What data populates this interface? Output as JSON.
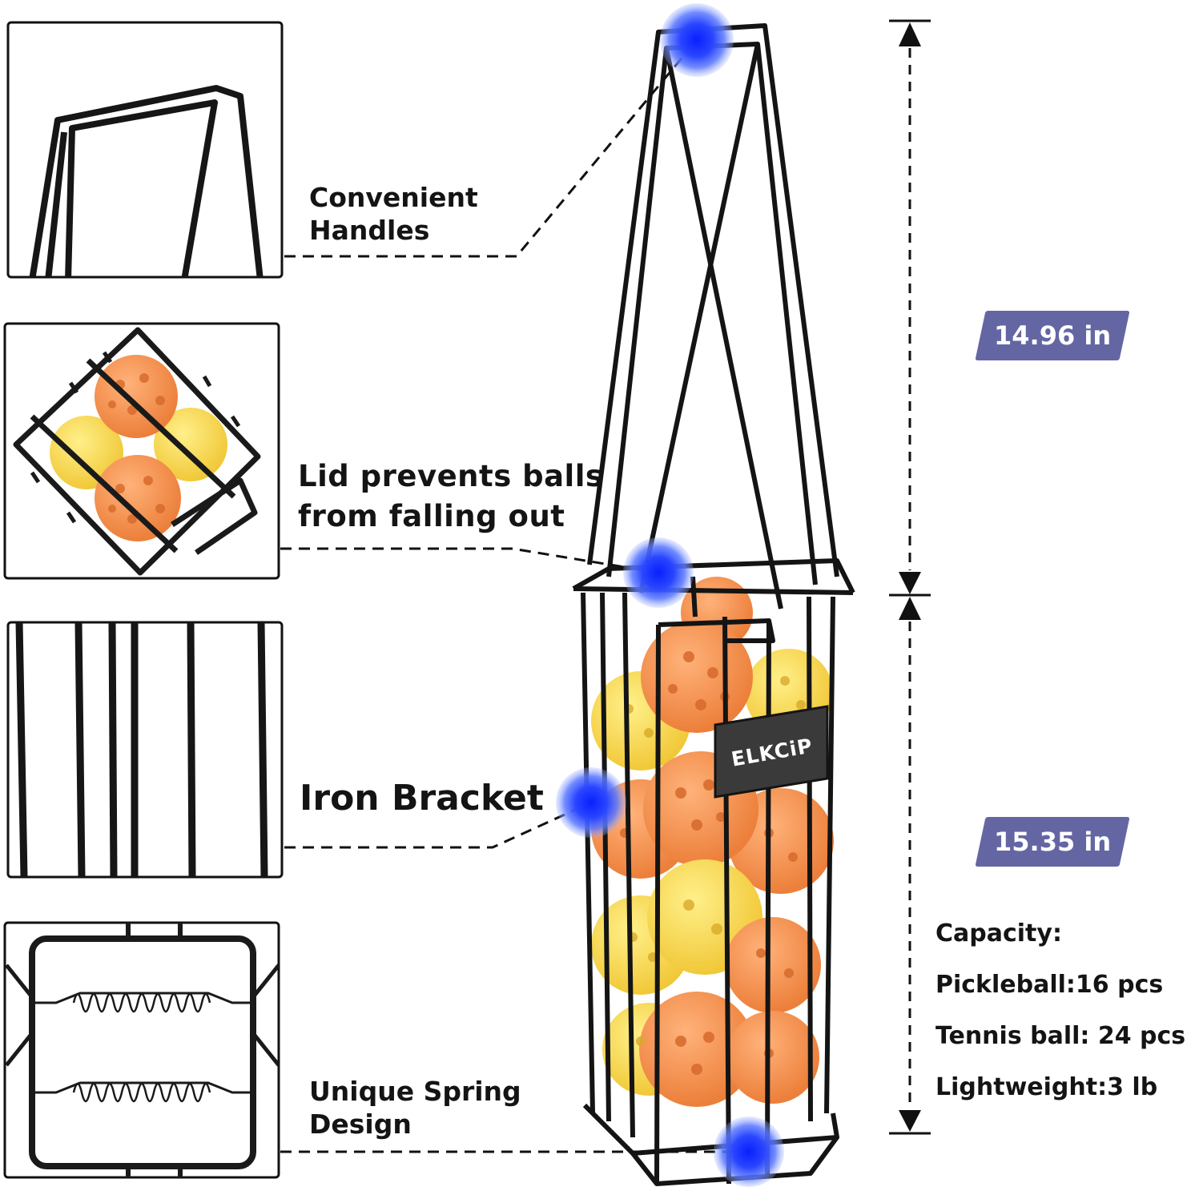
{
  "callouts": {
    "handles": {
      "line1": "Convenient",
      "line2": "Handles",
      "icon": "handles-closeup-icon"
    },
    "lid": {
      "line1": "Lid prevents balls",
      "line2": "from falling out",
      "icon": "lid-closeup-icon"
    },
    "bracket": {
      "line1": "Iron Bracket",
      "icon": "bracket-closeup-icon"
    },
    "spring": {
      "line1": "Unique Spring",
      "line2": "Design",
      "icon": "spring-closeup-icon"
    }
  },
  "dimensions": {
    "top": "14.96 in",
    "bottom": "15.35 in"
  },
  "specs": {
    "capacity_label": "Capacity:",
    "pickleball": "Pickleball:16 pcs",
    "tennis": "Tennis ball: 24 pcs",
    "weight": "Lightweight:3 lb"
  },
  "brand": "ELKCiP",
  "colors": {
    "badge": "#6466a4",
    "ball_orange": "#f59a5a",
    "ball_yellow": "#f7d75a",
    "hotspot": "#1e3cff",
    "wire": "#141414"
  }
}
